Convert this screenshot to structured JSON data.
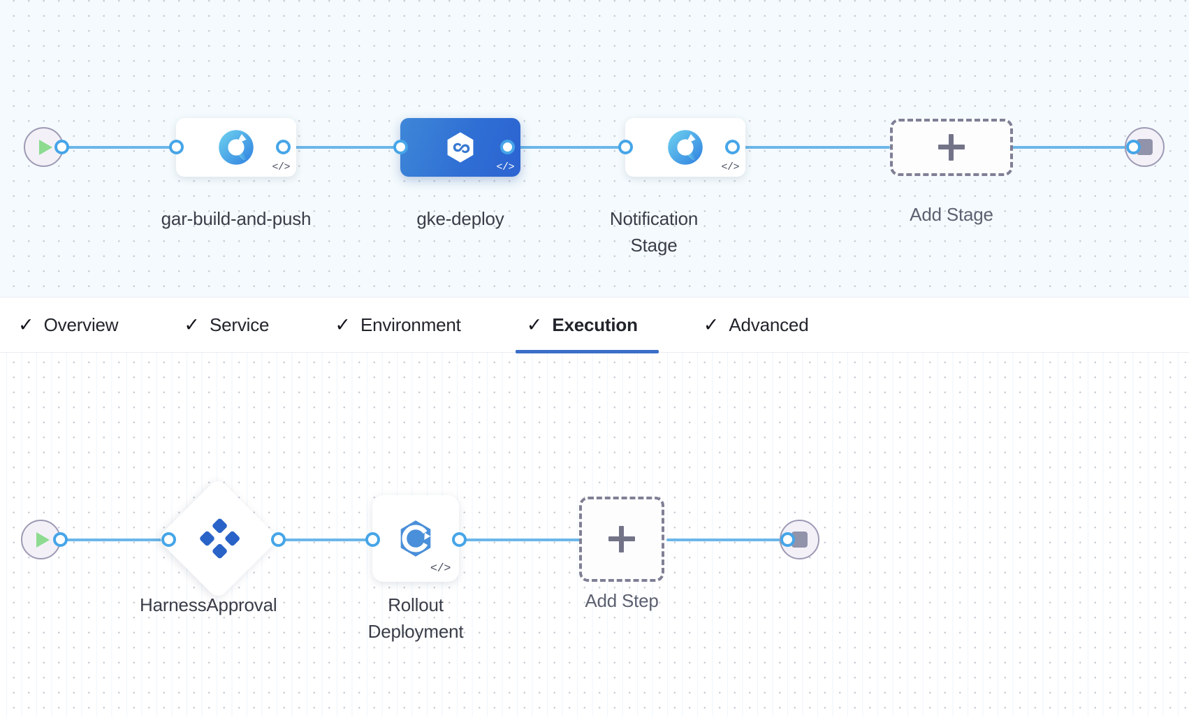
{
  "stage_graph": {
    "start_node": {
      "icon": "play-icon",
      "name": "pipeline-start"
    },
    "end_node": {
      "icon": "stop-icon",
      "name": "pipeline-end"
    },
    "stages": [
      {
        "label": "gar-build-and-push",
        "icon": "harness-build-icon",
        "badge": "</>",
        "selected": false
      },
      {
        "label": "gke-deploy",
        "icon": "harness-deploy-hexagon-icon",
        "badge": "</>",
        "selected": true
      },
      {
        "label": "Notification Stage",
        "icon": "harness-build-icon",
        "badge": "</>",
        "selected": false
      }
    ],
    "add_stage": {
      "label": "Add Stage",
      "icon": "plus-icon"
    }
  },
  "tabs": [
    {
      "label": "Overview",
      "icon": "check-icon",
      "active": false
    },
    {
      "label": "Service",
      "icon": "check-icon",
      "active": false
    },
    {
      "label": "Environment",
      "icon": "check-icon",
      "active": false
    },
    {
      "label": "Execution",
      "icon": "check-icon",
      "active": true
    },
    {
      "label": "Advanced",
      "icon": "check-icon",
      "active": false
    }
  ],
  "execution_graph": {
    "start_node": {
      "icon": "play-icon",
      "name": "execution-start"
    },
    "end_node": {
      "icon": "stop-icon",
      "name": "execution-end"
    },
    "steps": [
      {
        "label": "HarnessApproval",
        "icon": "harness-approval-icon",
        "shape": "diamond",
        "badge": ""
      },
      {
        "label": "Rollout Deployment",
        "icon": "kubernetes-rollout-icon",
        "shape": "square",
        "badge": "</>"
      }
    ],
    "add_step": {
      "label": "Add Step",
      "icon": "plus-icon"
    }
  },
  "colors": {
    "accent_blue": "#46a5e8",
    "edge_blue": "#6cb6e8",
    "selected_stage": "#2f6fd4",
    "tab_underline": "#3b6ec8",
    "start_play": "#8ddb91",
    "stop_square": "#9193ab",
    "stage_canvas_bg": "#f4fafd",
    "exec_canvas_bg": "#ffffff"
  }
}
